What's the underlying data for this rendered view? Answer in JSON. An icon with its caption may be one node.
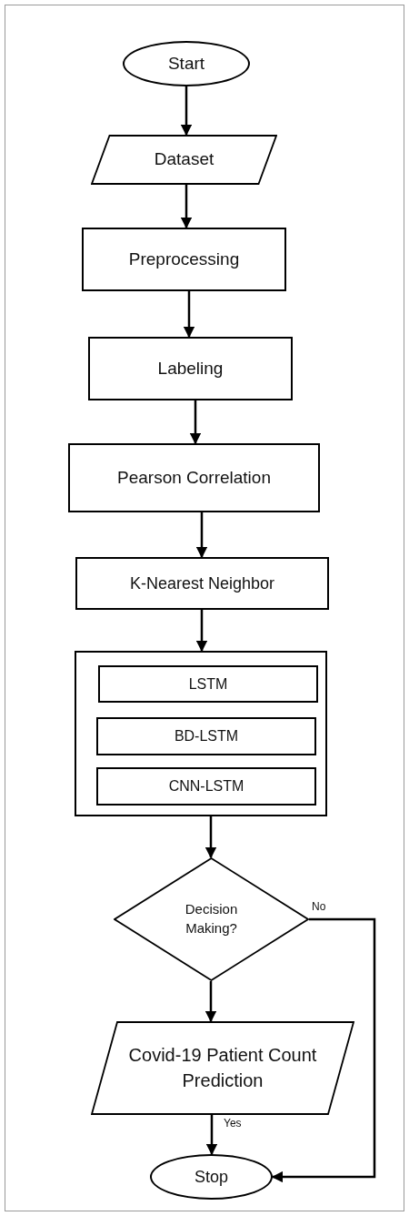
{
  "diagram": {
    "nodes": [
      {
        "text": [
          "Start"
        ]
      },
      {
        "text": [
          "Dataset"
        ]
      },
      {
        "text": [
          "Preprocessing"
        ]
      },
      {
        "text": [
          "Labeling"
        ]
      },
      {
        "text": [
          "Pearson Correlation"
        ]
      },
      {
        "text": [
          "K-Nearest Neighbor"
        ]
      },
      {
        "text": [],
        "shape": "box"
      },
      {
        "text": [
          "LSTM"
        ],
        "in": 6
      },
      {
        "text": [
          "BD-LSTM"
        ],
        "in": 6
      },
      {
        "text": [
          "CNN-LSTM"
        ],
        "in": 6
      },
      {
        "text": [
          "Decision Making?"
        ]
      },
      {
        "text": [
          "Covid-19 Patient Count Prediction"
        ]
      },
      {
        "text": [
          "Stop"
        ]
      }
    ],
    "edges": [
      {
        "from": 0,
        "to": 1,
        "arrow": "to"
      },
      {
        "from": 1,
        "to": 2,
        "arrow": "to"
      },
      {
        "from": 2,
        "to": 3,
        "arrow": "to"
      },
      {
        "from": 3,
        "to": 4,
        "arrow": "to"
      },
      {
        "from": 4,
        "to": 5,
        "arrow": "to"
      },
      {
        "from": 5,
        "to": 6,
        "arrow": "to"
      },
      {
        "from": 6,
        "to": 10,
        "arrow": "to"
      },
      {
        "from": 10,
        "to": 11,
        "arrow": "to"
      },
      {
        "from": 11,
        "to": 12,
        "arrow": "to",
        "label": "Yes"
      },
      {
        "from": 10,
        "to": 12,
        "arrow": "to",
        "label": "No"
      }
    ]
  }
}
